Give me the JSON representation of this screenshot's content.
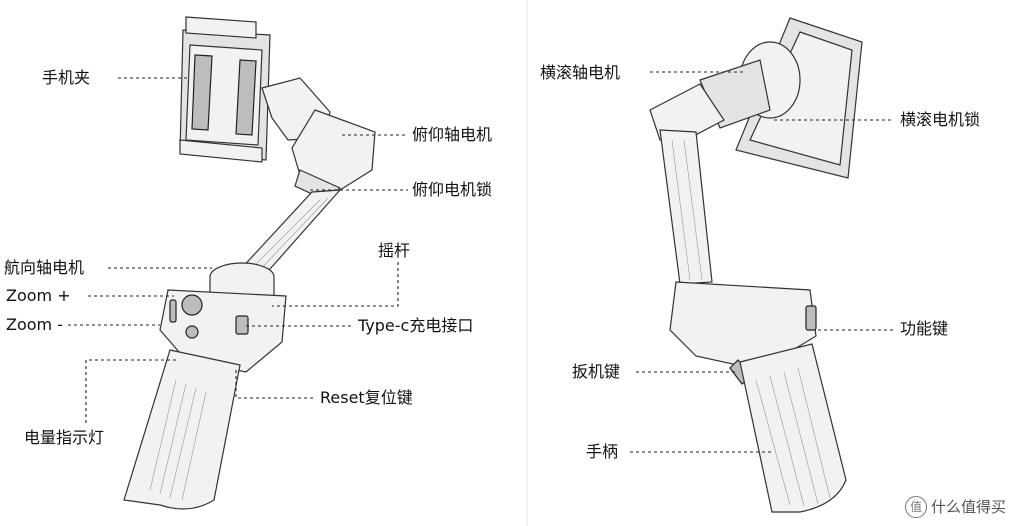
{
  "left_diagram": {
    "labels": {
      "phone_clamp": "手机夹",
      "tilt_motor": "俯仰轴电机",
      "tilt_lock": "俯仰电机锁",
      "pan_motor": "航向轴电机",
      "joystick": "摇杆",
      "zoom_plus": "Zoom +",
      "zoom_minus": "Zoom -",
      "typec_port": "Type-c充电接口",
      "reset_key": "Reset复位键",
      "battery_indicator": "电量指示灯"
    }
  },
  "right_diagram": {
    "labels": {
      "roll_motor": "横滚轴电机",
      "roll_lock": "横滚电机锁",
      "function_key": "功能键",
      "trigger_key": "扳机键",
      "handle": "手柄"
    }
  },
  "watermark": {
    "icon_text": "值",
    "text": "什么值得买"
  }
}
